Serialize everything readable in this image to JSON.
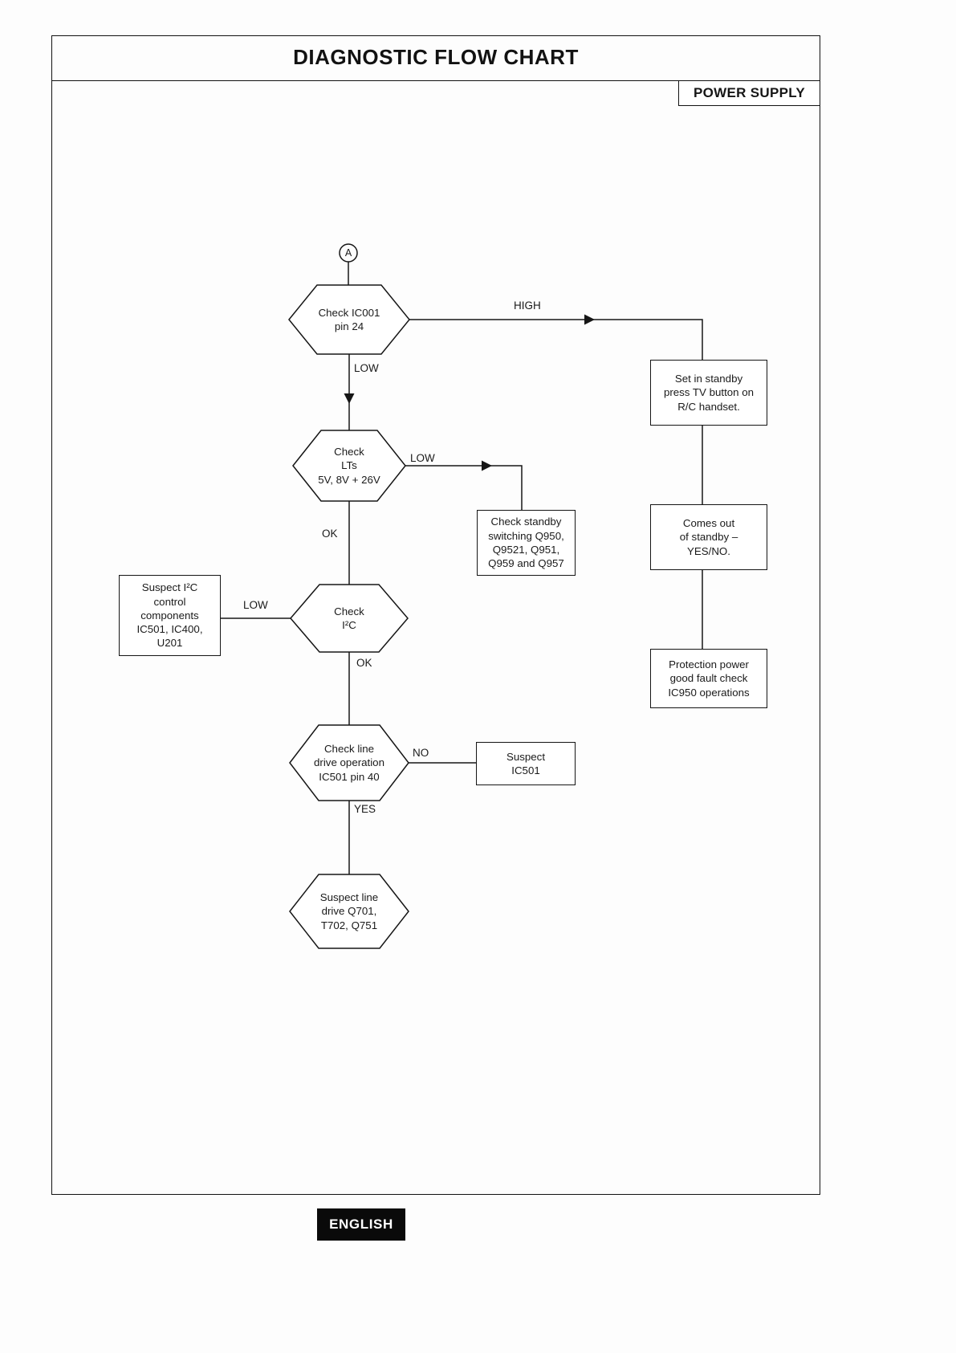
{
  "page": {
    "title": "DIAGNOSTIC FLOW CHART",
    "section_label": "POWER SUPPLY",
    "footer_label": "ENGLISH"
  },
  "flowchart": {
    "start_connector": "A",
    "nodes": {
      "check_ic001": "Check IC001\npin 24",
      "check_lts": "Check\nLTs\n5V, 8V + 26V",
      "check_i2c": "Check\nI²C",
      "check_line_drive": "Check line\ndrive operation\nIC501 pin 40",
      "suspect_line_drive": "Suspect line\ndrive Q701,\nT702, Q751",
      "set_in_standby": "Set in standby\npress TV button on\nR/C handset.",
      "comes_out_standby": "Comes out\nof standby –\nYES/NO.",
      "protection_power": "Protection power\ngood fault check\nIC950 operations",
      "check_standby_switching": "Check standby\nswitching Q950,\nQ9521, Q951,\nQ959 and Q957",
      "suspect_i2c_components": "Suspect I²C\ncontrol\ncomponents\nIC501, IC400,\nU201",
      "suspect_ic501": "Suspect\nIC501"
    },
    "edge_labels": {
      "high": "HIGH",
      "low_1": "LOW",
      "low_2": "LOW",
      "low_3": "LOW",
      "ok_1": "OK",
      "ok_2": "OK",
      "no": "NO",
      "yes": "YES"
    }
  }
}
